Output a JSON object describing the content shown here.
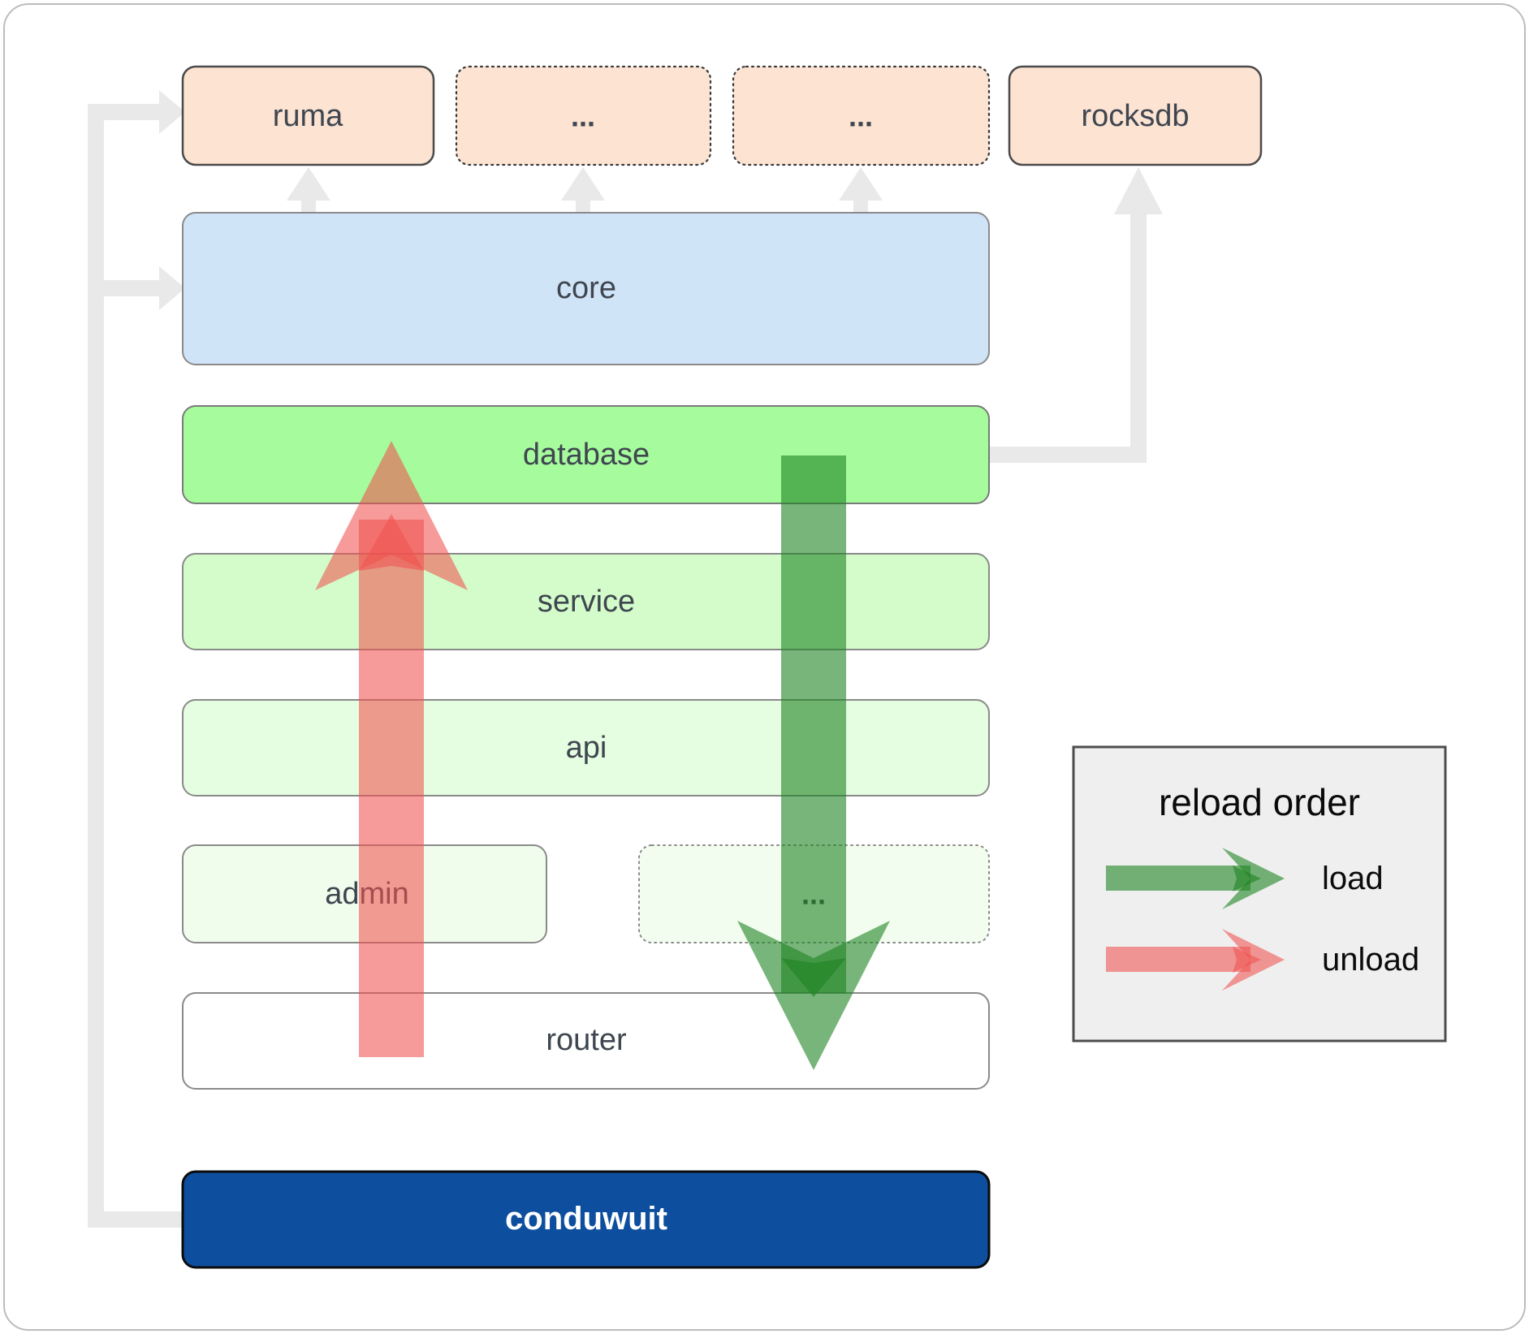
{
  "diagram": {
    "top_row": {
      "ruma": "ruma",
      "ellipsis_1": "...",
      "ellipsis_2": "...",
      "rocksdb": "rocksdb"
    },
    "layers": {
      "core": "core",
      "database": "database",
      "service": "service",
      "api": "api",
      "admin": "admin",
      "admin_ellipsis": "...",
      "router": "router",
      "conduwuit": "conduwuit"
    },
    "legend": {
      "title": "reload order",
      "load_label": "load",
      "unload_label": "unload"
    },
    "colors": {
      "peach_box": "#fce3d2",
      "core_blue": "#d0e4f7",
      "database_green": "#a6fb9d",
      "service_green": "#d3fcca",
      "api_green": "#e5fde0",
      "admin_green": "#f0fdec",
      "router_white": "#ffffff",
      "conduwuit_navy": "#0d4f9e",
      "load_arrow_green": "#1e8421",
      "unload_arrow_red": "#ef5350",
      "connector_gray": "#e9e9e9",
      "legend_bg": "#efefef",
      "label_text": "#3f4650"
    }
  }
}
